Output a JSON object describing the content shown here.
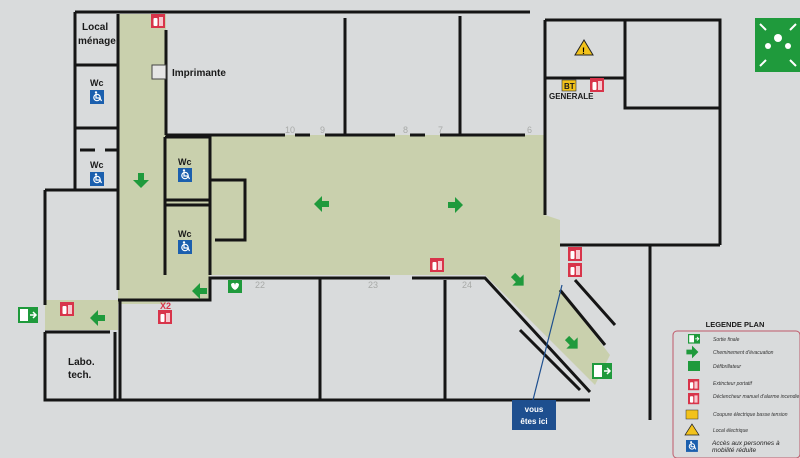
{
  "plan": {
    "rooms": {
      "local_menage": [
        "Local",
        "ménage"
      ],
      "imprimante": "Imprimante",
      "wc": "Wc",
      "labo": [
        "Labo.",
        "tech."
      ],
      "generale": "GENERALE",
      "bt": "BT",
      "x2": "X2"
    },
    "room_numbers": [
      "10",
      "9",
      "8",
      "7",
      "6",
      "22",
      "23",
      "24"
    ],
    "you_are_here": [
      "vous",
      "êtes ici"
    ]
  },
  "legend": {
    "title": "LEGENDE PLAN",
    "items": [
      {
        "icon": "exit-sign-icon",
        "label": "Sortie finale"
      },
      {
        "icon": "arrow-right-icon",
        "label": "Cheminement d'évacuation"
      },
      {
        "icon": "defibrillator-icon",
        "label": "Défibrillateur"
      },
      {
        "icon": "extinguisher-icon",
        "label": "Extincteur portatif"
      },
      {
        "icon": "fire-alarm-icon",
        "label": "Déclencheur manuel d'alarme incendie"
      },
      {
        "icon": "bt-cutoff-icon",
        "label": "Coupure électrique basse tension"
      },
      {
        "icon": "electrical-warning-icon",
        "label": "Local électrique"
      },
      {
        "icon": "wheelchair-icon",
        "label": "Accès aux personnes à mobilité réduite"
      }
    ]
  },
  "colors": {
    "corridor": "#c9d0ad",
    "exit_green": "#1f9a3c",
    "fire_red": "#d8344a",
    "accessible_blue": "#1b5fae",
    "here_blue": "#1e4f8f",
    "warning_yellow": "#f2c21b"
  }
}
